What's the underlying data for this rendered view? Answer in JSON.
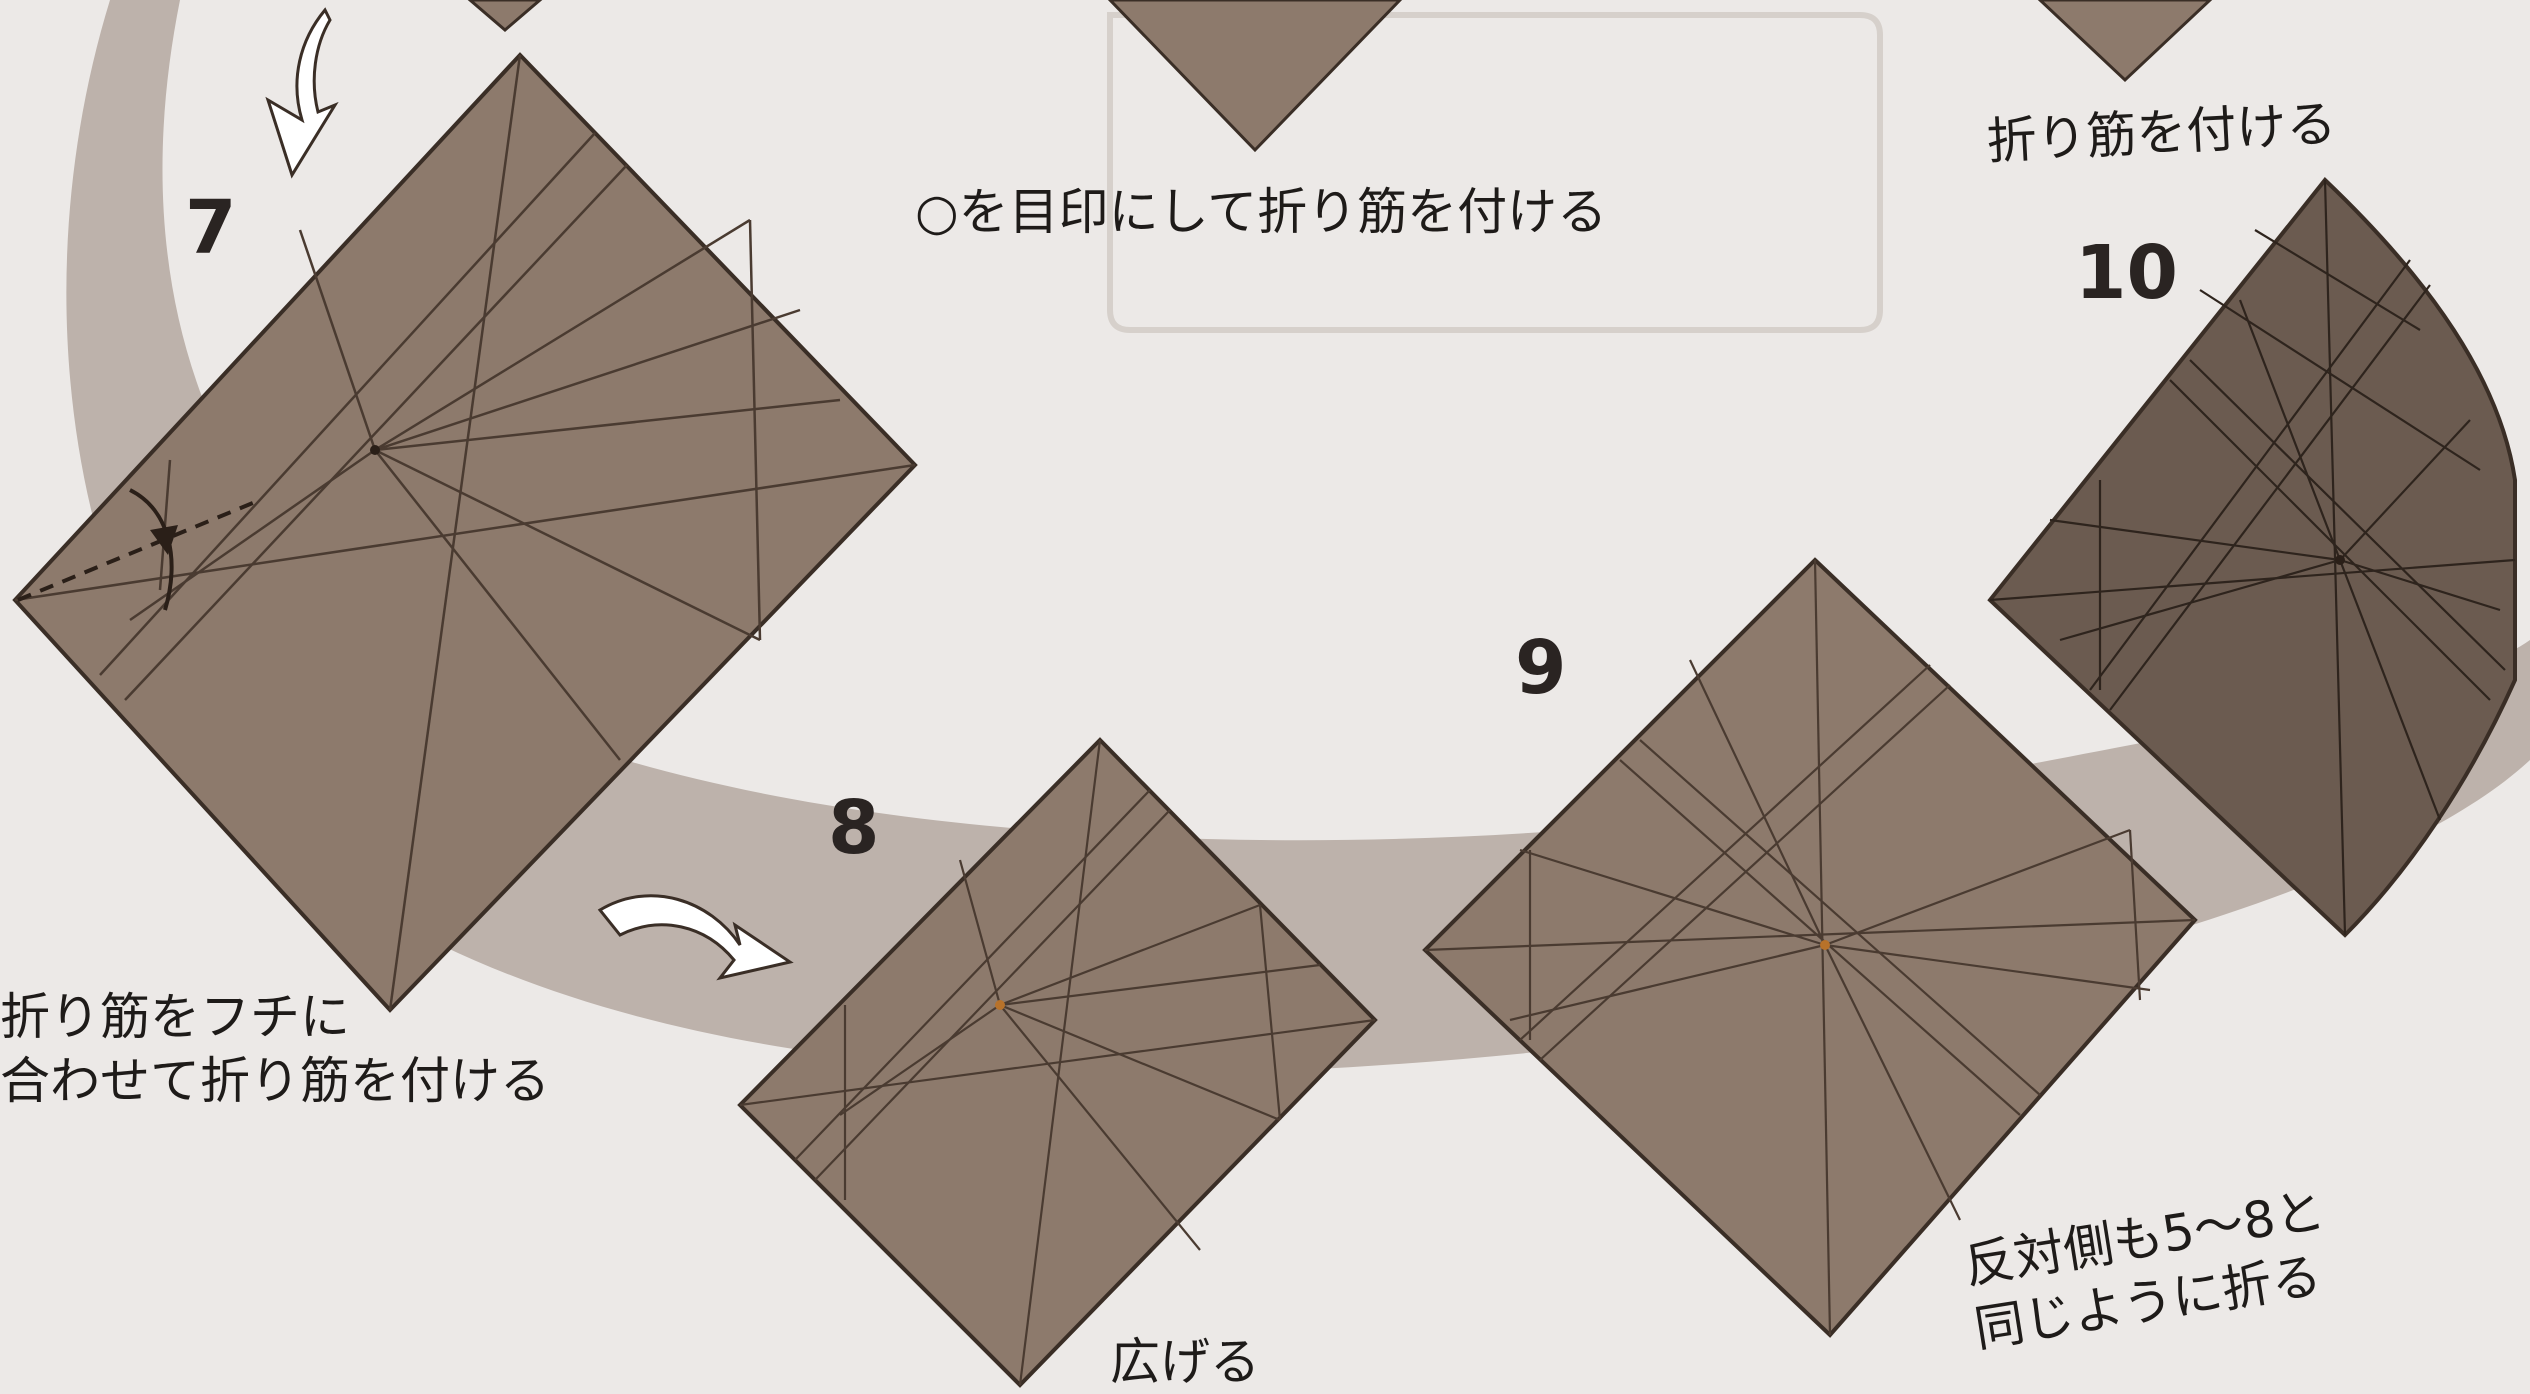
{
  "colors": {
    "page_bg": "#ece9e7",
    "ring": "#bdb2ab",
    "paper": "#8d7a6c",
    "paper_dark": "#6b5b50",
    "crease": "#4a3b31",
    "outline": "#3a2e26",
    "text": "#1e1b19"
  },
  "steps": {
    "s7": {
      "number": "7",
      "caption_lines": [
        "折り筋をフチに",
        "合わせて折り筋を付ける"
      ]
    },
    "s8": {
      "number": "8",
      "caption": "広げる"
    },
    "s9": {
      "number": "9"
    },
    "s10": {
      "number": "10",
      "caption_lines": [
        "反対側も5～8と",
        "同じように折る"
      ]
    }
  },
  "top_captions": {
    "center": "○を目印にして折り筋を付ける",
    "right": "折り筋を付ける"
  },
  "icons": [
    "arrow-down-icon",
    "arrow-right-icon",
    "valley-fold-arrow-icon"
  ]
}
